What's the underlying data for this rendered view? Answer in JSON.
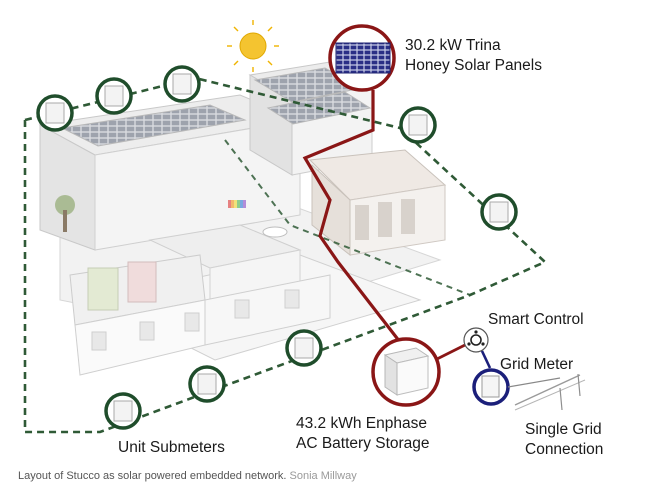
{
  "labels": {
    "solar_line1": "30.2 kW Trina",
    "solar_line2": "Honey Solar Panels",
    "smart_control": "Smart Control",
    "grid_meter": "Grid Meter",
    "battery_line1": "43.2 kWh Enphase",
    "battery_line2": "AC Battery Storage",
    "single_grid_line1": "Single Grid",
    "single_grid_line2": "Connection",
    "unit_submeters": "Unit Submeters"
  },
  "caption": {
    "text": "Layout of Stucco as solar powered embedded network.",
    "credit": "Sonia Millway"
  },
  "colors": {
    "solar_ring": "#8a1616",
    "battery_ring": "#8a1616",
    "power_line": "#8a1616",
    "grid_meter_ring": "#1b1f7a",
    "submeter_ring": "#1f4d2b",
    "network_dash": "#2f5a36",
    "sun": "#f4c430"
  }
}
